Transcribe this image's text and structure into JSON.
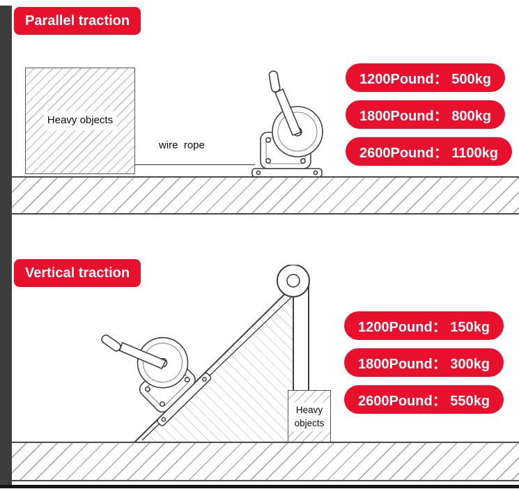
{
  "colors": {
    "accent": "#e8112d"
  },
  "parallel_section": {
    "title": "Parallel traction",
    "heavy_object_label": "Heavy objects",
    "wire_rope_label": "wire  rope",
    "ratings": [
      "1200Pound： 500kg",
      "1800Pound： 800kg",
      "2600Pound： 1100kg"
    ]
  },
  "vertical_section": {
    "title": "Vertical traction",
    "heavy_object_label": "Heavy objects",
    "ratings": [
      "1200Pound： 150kg",
      "1800Pound： 300kg",
      "2600Pound： 550kg"
    ]
  }
}
